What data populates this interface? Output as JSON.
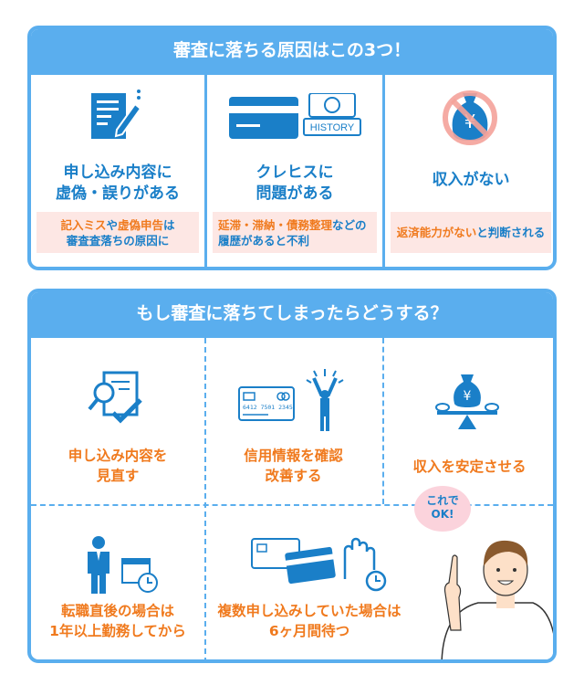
{
  "panel1": {
    "title": "審査に落ちる原因はこの3つ！",
    "cols": [
      {
        "title_lines": [
          "申し込み内容に",
          "虚偽・誤りがある"
        ],
        "note": [
          [
            [
              "記入ミス",
              "o"
            ],
            [
              "や",
              "b"
            ],
            [
              "虚偽申告",
              "o"
            ],
            [
              "は",
              "b"
            ]
          ],
          [
            [
              "審査査落ちの原因に",
              "b"
            ]
          ]
        ],
        "icon": "document-pen-icon"
      },
      {
        "title_lines": [
          "クレヒスに",
          "問題がある"
        ],
        "note": [
          [
            [
              "延滞・滞納・債務整理",
              "o"
            ],
            [
              "などの",
              "b"
            ]
          ],
          [
            [
              "履歴があると不利",
              "b"
            ]
          ]
        ],
        "icon": "credit-card-history-icon",
        "history_label": "HISTORY"
      },
      {
        "title_lines": [
          "収入がない"
        ],
        "note": [
          [
            [
              "返済能力がない",
              "o"
            ],
            [
              "と判断される",
              "b"
            ]
          ]
        ],
        "icon": "no-money-bag-icon"
      }
    ]
  },
  "panel2": {
    "title": "もし審査に落ちてしまったらどうする？",
    "cells": [
      {
        "lines": [
          "申し込み内容を",
          "見直す"
        ],
        "icon": "document-check-icon"
      },
      {
        "lines": [
          "信用情報を確認",
          "改善する"
        ],
        "icon": "card-person-icon",
        "card_number": "6412 7501 2345"
      },
      {
        "lines": [
          "収入を安定させる"
        ],
        "icon": "money-balance-icon"
      },
      {
        "lines": [
          "転職直後の場合は",
          "1年以上勤務してから"
        ],
        "icon": "businessman-calendar-icon"
      },
      {
        "lines": [
          "複数申し込みしていた場合は",
          "6ヶ月間待つ"
        ],
        "icon": "cards-hand-clock-icon"
      }
    ],
    "bubble": [
      "これで",
      "OK!"
    ]
  },
  "colors": {
    "accent": "#5aaeee",
    "blue_text": "#1a7fc8",
    "orange_text": "#f07a1e",
    "note_bg": "#fde7e4"
  }
}
